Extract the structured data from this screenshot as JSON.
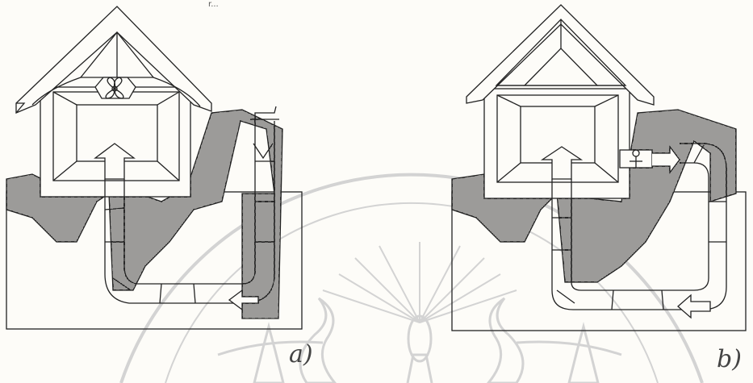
{
  "figure": {
    "panels": [
      {
        "id": "a",
        "label": "a)",
        "scribble": "r..."
      },
      {
        "id": "b",
        "label": "b)"
      }
    ]
  },
  "colors": {
    "ink": "#222222",
    "soil_hatch": "#3a3a3a",
    "watermark": "#cfcfcf",
    "paper": "#fdfcf8"
  },
  "icons": {
    "fan": "fan-icon",
    "valve": "valve-icon",
    "watermark": "university-seal-watermark"
  }
}
